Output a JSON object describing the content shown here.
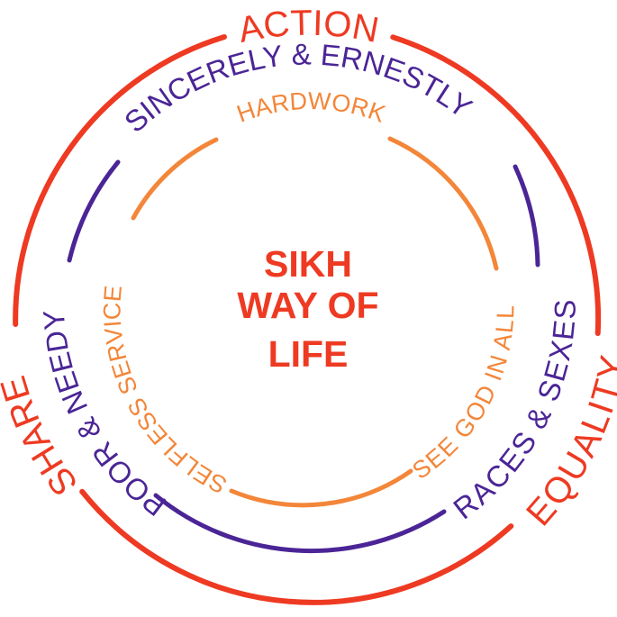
{
  "colors": {
    "outer": "#ee3a22",
    "middle": "#4b2596",
    "inner": "#f38639",
    "center": "#ee3a22",
    "background": "#ffffff"
  },
  "center": {
    "line1": "SIKH",
    "line2": "WAY OF",
    "line3": "LIFE"
  },
  "outer_ring": {
    "top": "ACTION",
    "left": "SHARE",
    "right": "EQUALITY"
  },
  "middle_ring": {
    "top": "SINCERELY & ERNESTLY",
    "left": "POOR & NEEDY",
    "right": "RACES & SEXES"
  },
  "inner_ring": {
    "top": "HARDWORK",
    "left": "SELFLESS SERVICE",
    "right": "SEE GOD IN ALL"
  }
}
